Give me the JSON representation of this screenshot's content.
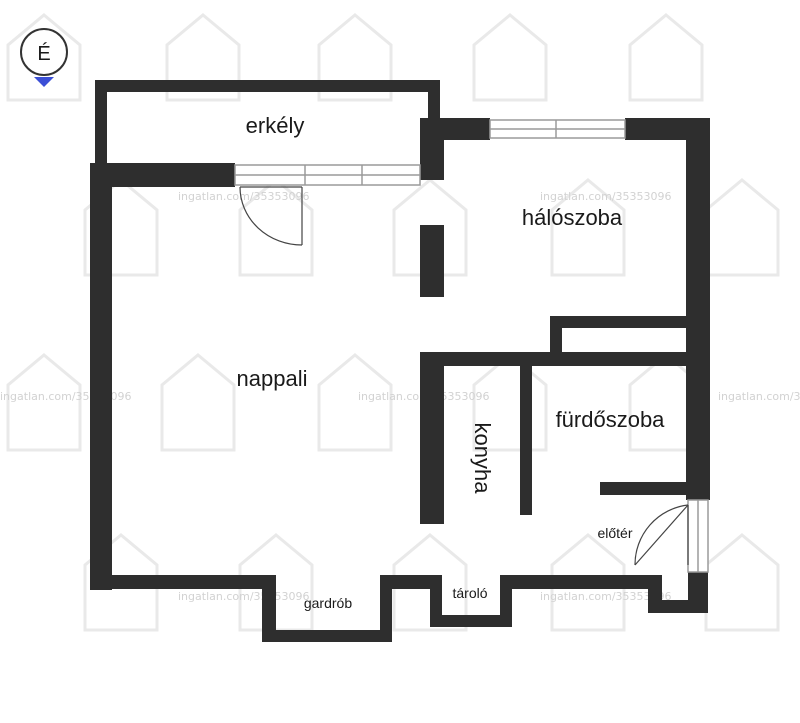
{
  "rooms": {
    "balcony": "erkély",
    "bedroom": "hálószoba",
    "living_room": "nappali",
    "bathroom": "fürdőszoba",
    "kitchen": "konyha",
    "hallway": "előtér",
    "storage": "tároló",
    "wardrobe": "gardrób"
  },
  "watermark": {
    "text": "ingatlan.com/35353096"
  },
  "compass": {
    "letter": "É",
    "icon": "compass-north-icon",
    "pointer_color": "#3b4fd6"
  },
  "colors": {
    "wall": "#2e2e2e",
    "window_frame": "#9a9a9a",
    "door_line": "#444444"
  }
}
